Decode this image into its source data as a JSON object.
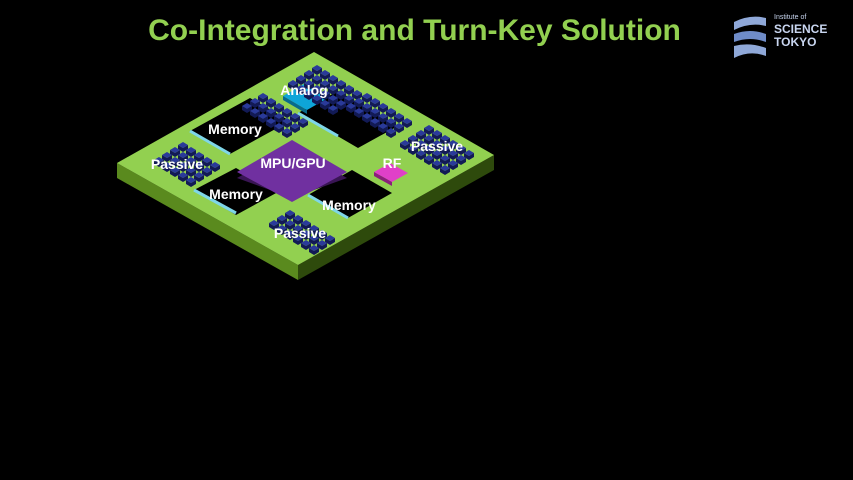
{
  "slide": {
    "title": "Co-Integration and Turn-Key Solution"
  },
  "logo": {
    "line1": "Institute of",
    "line2": "SCIENCE",
    "line3": "TOKYO"
  },
  "diagram": {
    "labels": {
      "analog": "Analog",
      "memory_top": "Memory",
      "passive_left": "Passive",
      "mpu_gpu": "MPU/GPU",
      "rf": "RF",
      "passive_right": "Passive",
      "memory_left": "Memory",
      "memory_right": "Memory",
      "passive_bottom": "Passive"
    },
    "colors": {
      "substrate_top": "#92d050",
      "substrate_side_left": "#5a8a1e",
      "substrate_side_right": "#2e4a0c",
      "mpu": "#7030a0",
      "analog": "#0ea5d8",
      "rf": "#e040c8",
      "passive": "#1e2a7a",
      "title": "#92d050"
    }
  }
}
